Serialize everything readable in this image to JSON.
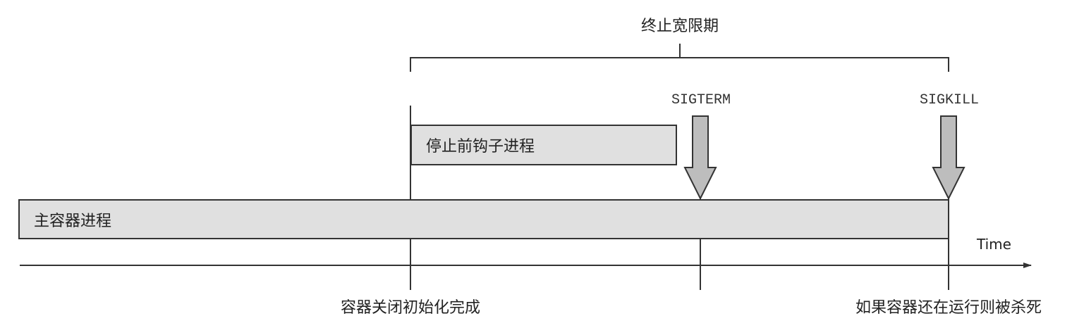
{
  "grace_period_label": "终止宽限期",
  "sigterm_label": "SIGTERM",
  "sigkill_label": "SIGKILL",
  "prestop_hook_label": "停止前钩子进程",
  "main_process_label": "主容器进程",
  "time_axis_label": "Time",
  "shutdown_init_label": "容器关闭初始化完成",
  "killed_label": "如果容器还在运行则被杀死",
  "colors": {
    "bar_fill": "#e0e0e0",
    "arrow_fill": "#bdbdbd",
    "stroke": "#333333"
  }
}
